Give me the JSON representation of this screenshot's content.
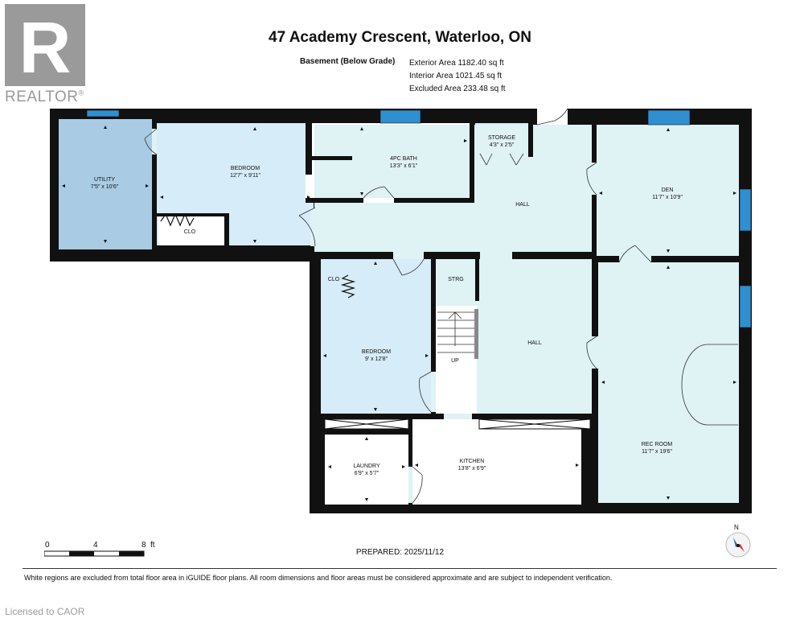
{
  "header": {
    "title": "47 Academy Crescent, Waterloo, ON",
    "level_label": "Basement (Below Grade)",
    "exterior_area": "Exterior Area 1182.40 sq ft",
    "interior_area": "Interior Area 1021.45 sq ft",
    "excluded_area": "Excluded Area 233.48 sq ft"
  },
  "brand": {
    "logo_letter": "R",
    "name": "REALTOR",
    "registered": "®"
  },
  "rooms": {
    "utility": {
      "name": "UTILITY",
      "dims": "7'5\" x 10'6\""
    },
    "bedroom1": {
      "name": "BEDROOM",
      "dims": "12'7\" x 9'11\""
    },
    "clo1": {
      "name": "CLO"
    },
    "bath": {
      "name": "4PC BATH",
      "dims": "13'3\" x 6'1\""
    },
    "storage": {
      "name": "STORAGE",
      "dims": "4'3\" x 2'5\""
    },
    "hall1": {
      "name": "HALL"
    },
    "den": {
      "name": "DEN",
      "dims": "11'7\" x 10'9\""
    },
    "clo2": {
      "name": "CLO"
    },
    "strg": {
      "name": "STRG"
    },
    "bedroom2": {
      "name": "BEDROOM",
      "dims": "9' x 12'8\""
    },
    "up": {
      "name": "UP"
    },
    "hall2": {
      "name": "HALL"
    },
    "rec": {
      "name": "REC ROOM",
      "dims": "11'7\" x 19'6\""
    },
    "laundry": {
      "name": "LAUNDRY",
      "dims": "6'9\" x 5'7\""
    },
    "kitchen": {
      "name": "KITCHEN",
      "dims": "13'8\" x 6'9\""
    }
  },
  "scale": {
    "zero": "0",
    "four": "4",
    "eight": "8",
    "unit": "ft"
  },
  "compass": {
    "north": "N"
  },
  "footer": {
    "prepared": "PREPARED: 2025/11/12",
    "disclaimer": "White regions are excluded from total floor area in iGUIDE floor plans. All room dimensions and floor areas must be considered approximate and are subject to independent verification.",
    "licensed": "Licensed to CAOR"
  },
  "colors": {
    "wall": "#111111",
    "room_light": "#dff2f4",
    "room_blue": "#d6ecf8",
    "utility": "#a9cbe4",
    "window": "#2f8fd0",
    "logo_gray": "#9a9a9a"
  }
}
